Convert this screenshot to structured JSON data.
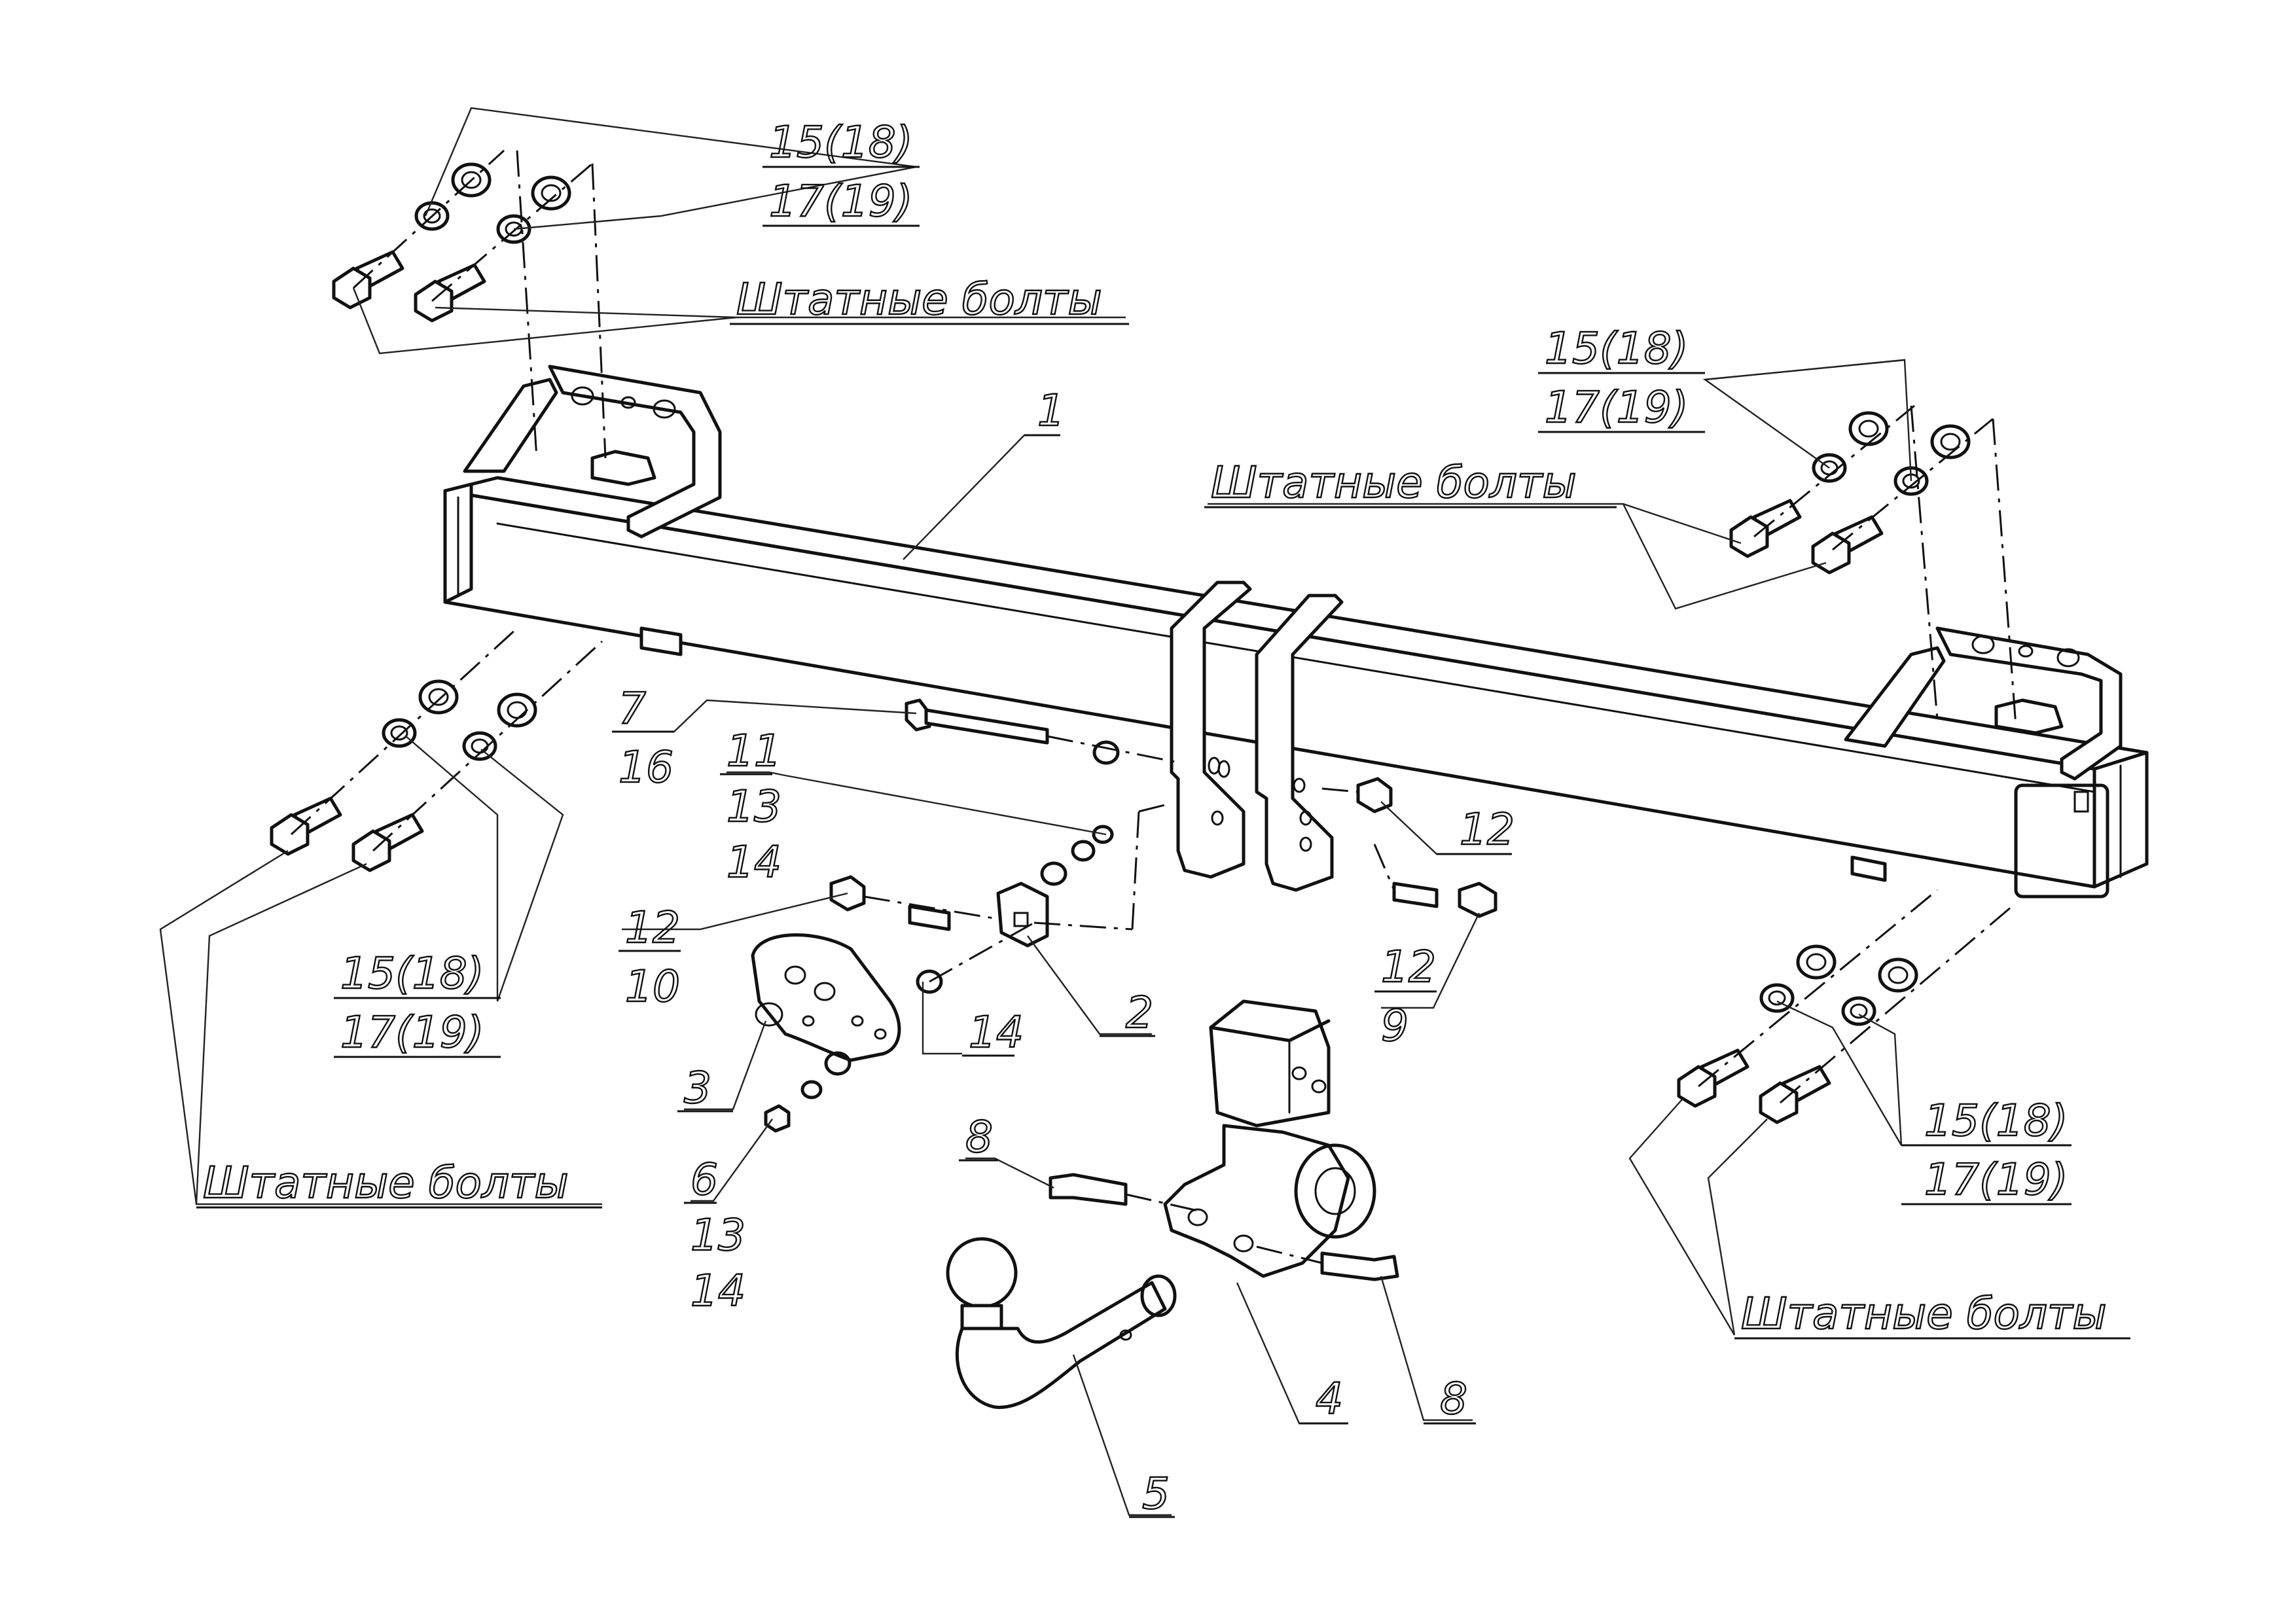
{
  "labels": {
    "washers_tl": [
      "15(18)",
      "17(19)"
    ],
    "washers_tr": [
      "15(18)",
      "17(19)"
    ],
    "washers_bl": [
      "15(18)",
      "17(19)"
    ],
    "washers_br": [
      "15(18)",
      "17(19)"
    ],
    "std_bolts": "Штатные болты",
    "part_1": "1",
    "part_2": "2",
    "part_3": "3",
    "part_4": "4",
    "part_5": "5",
    "part_6_13_14": [
      "6",
      "13",
      "14"
    ],
    "part_7_16": [
      "7",
      "16"
    ],
    "part_8a": "8",
    "part_8b": "8",
    "part_11_13_14": [
      "11",
      "13",
      "14"
    ],
    "part_12_10": [
      "12",
      "10"
    ],
    "part_12a": "12",
    "part_12_9": [
      "12",
      "9"
    ],
    "part_14": "14"
  }
}
